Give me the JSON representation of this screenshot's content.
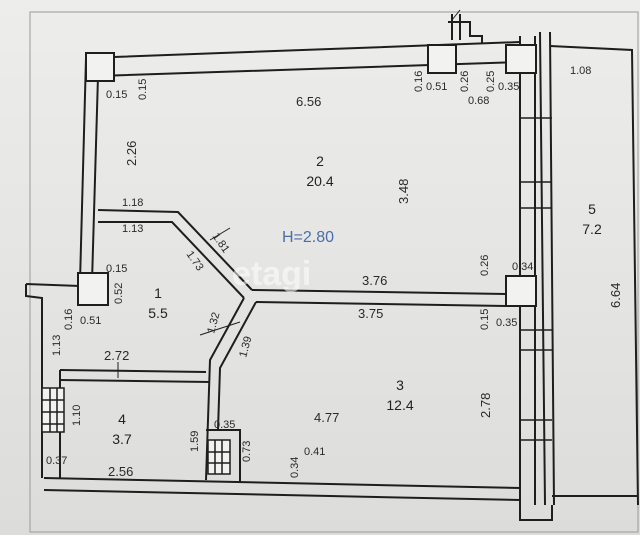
{
  "ceiling_height": "H=2.80",
  "watermark": "etagi",
  "rooms": [
    {
      "id": "1",
      "number": "1",
      "area": "5.5"
    },
    {
      "id": "2",
      "number": "2",
      "area": "20.4"
    },
    {
      "id": "3",
      "number": "3",
      "area": "12.4"
    },
    {
      "id": "4",
      "number": "4",
      "area": "3.7"
    },
    {
      "id": "5",
      "number": "5",
      "area": "7.2"
    }
  ],
  "dimensions": {
    "d_0_15_tl_a": "0.15",
    "d_0_15_tl_b": "0.15",
    "d_6_56": "6.56",
    "d_0_16_top": "0.16",
    "d_0_26_top": "0.26",
    "d_0_25_top": "0.25",
    "d_0_51_top": "0.51",
    "d_0_35_top": "0.35",
    "d_0_68": "0.68",
    "d_1_08": "1.08",
    "d_2_26": "2.26",
    "d_3_48": "3.48",
    "d_1_18": "1.18",
    "d_1_13_upper": "1.13",
    "d_1_81": "1.81",
    "d_1_73": "1.73",
    "d_0_15_mid": "0.15",
    "d_0_52": "0.52",
    "d_0_16_mid": "0.16",
    "d_0_51_mid": "0.51",
    "d_3_76": "3.76",
    "d_3_75": "3.75",
    "d_0_26_right": "0.26",
    "d_0_34_right": "0.34",
    "d_0_15_right": "0.15",
    "d_0_35_right": "0.35",
    "d_1_32": "1.32",
    "d_1_39": "1.39",
    "d_1_13_left": "1.13",
    "d_2_72": "2.72",
    "d_1_10": "1.10",
    "d_0_37": "0.37",
    "d_2_56": "2.56",
    "d_1_59": "1.59",
    "d_0_35_bath": "0.35",
    "d_0_73": "0.73",
    "d_4_77": "4.77",
    "d_0_34_bottom": "0.34",
    "d_0_41": "0.41",
    "d_2_78": "2.78",
    "d_6_64": "6.64"
  }
}
